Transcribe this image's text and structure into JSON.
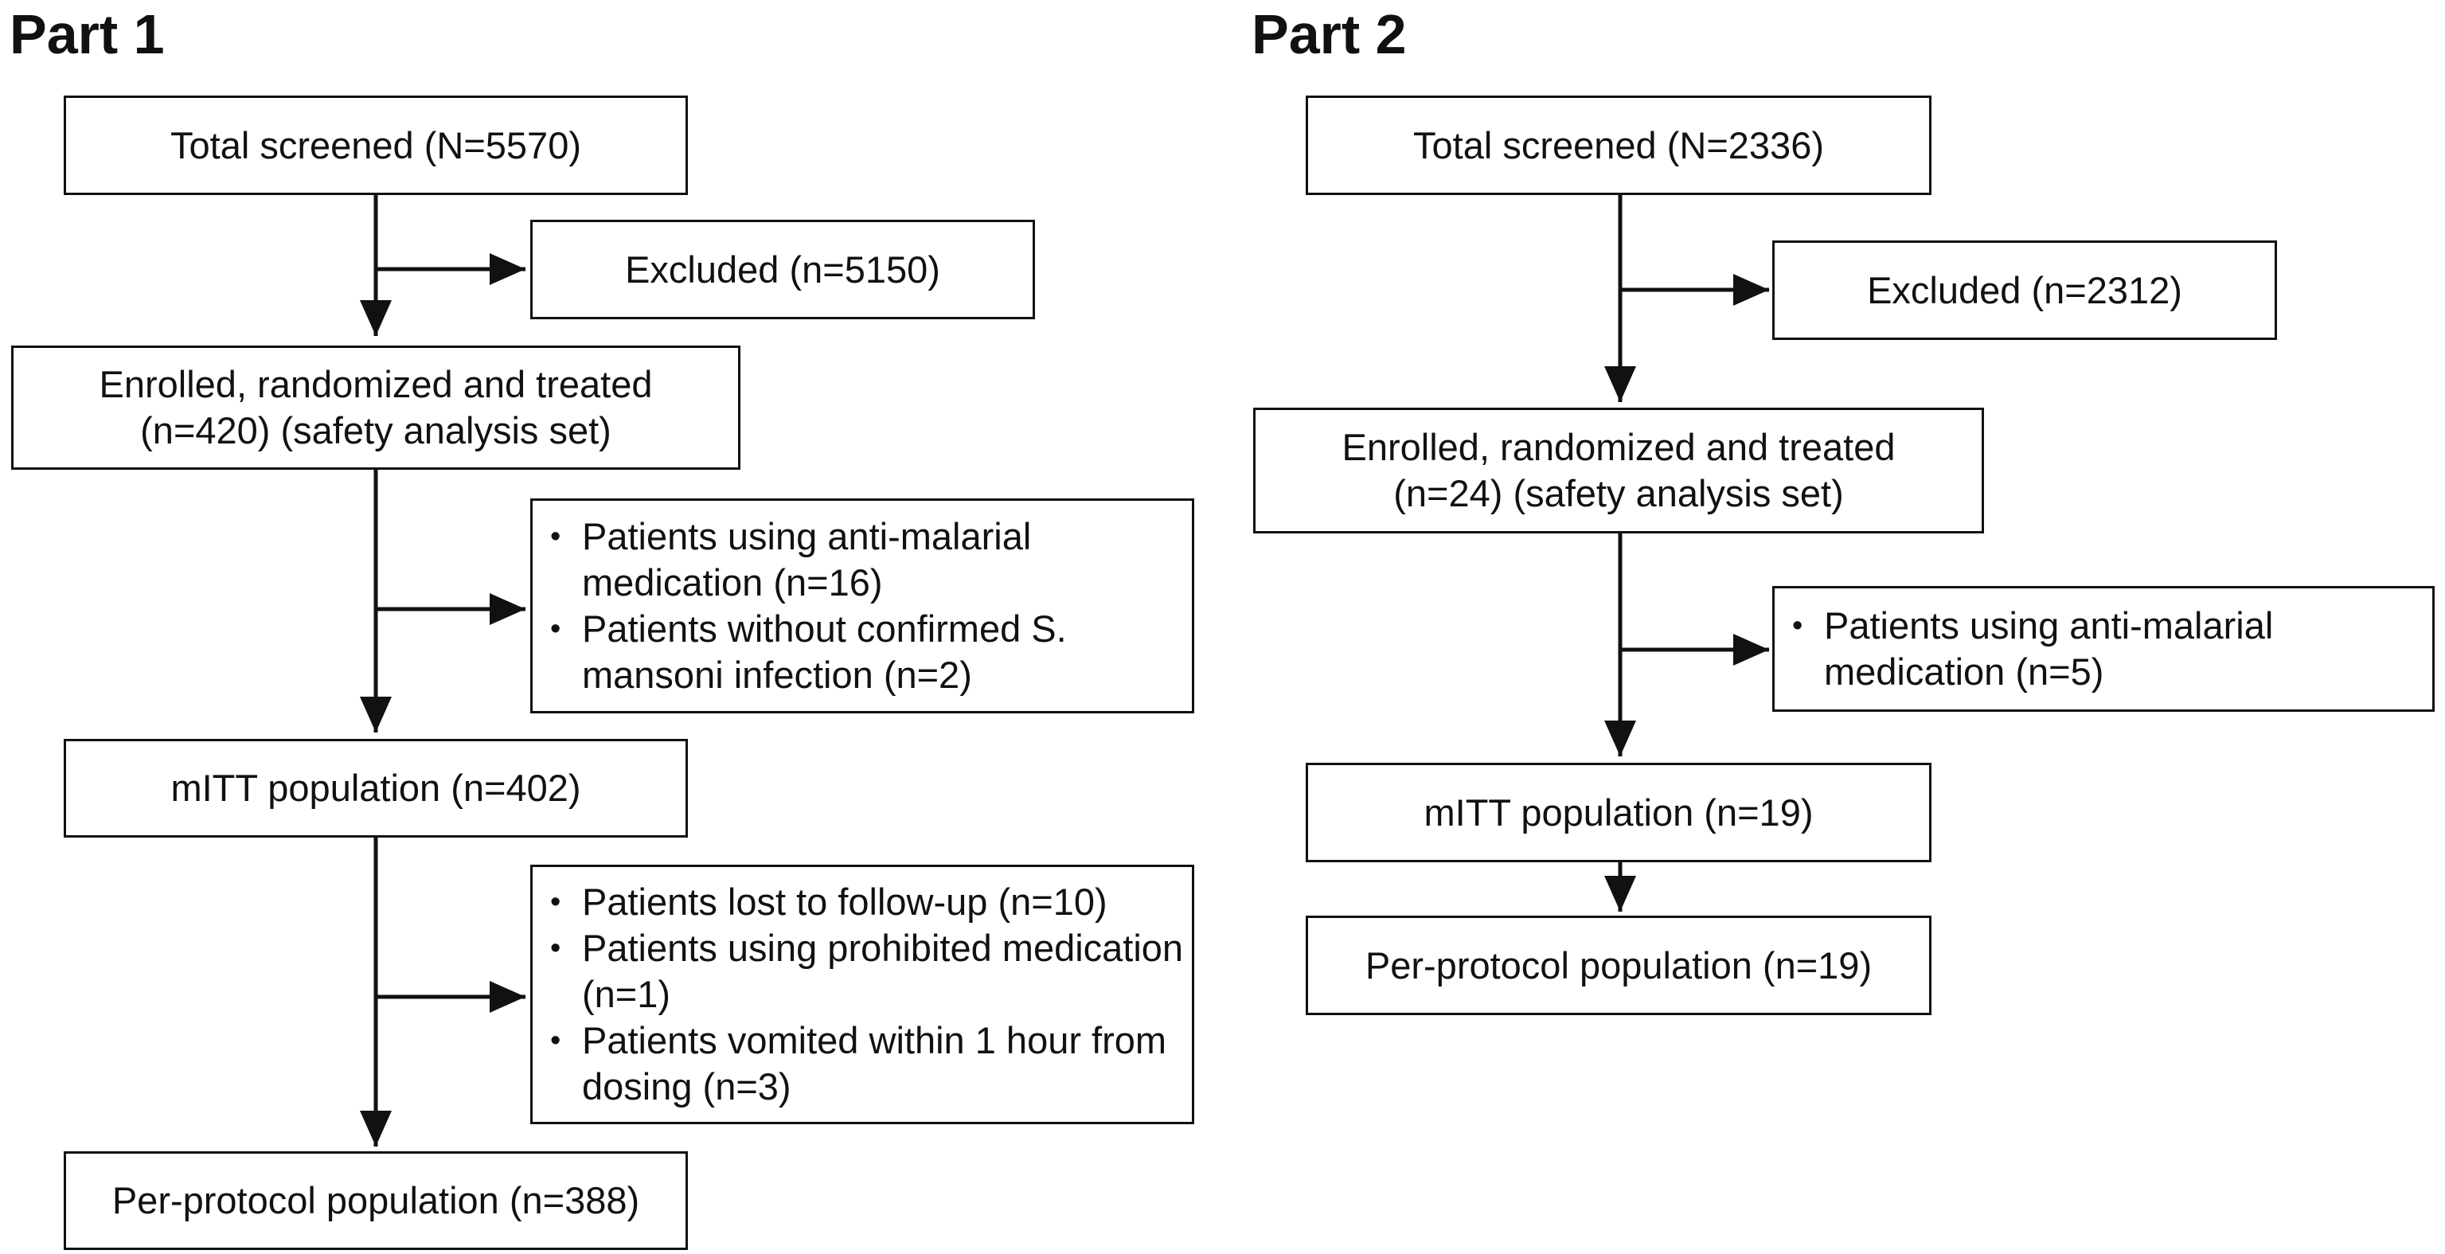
{
  "part1": {
    "title": "Part 1",
    "total_screened": "Total screened (N=5570)",
    "excluded": "Excluded (n=5150)",
    "enrolled_line1": "Enrolled, randomized and treated",
    "enrolled_line2": "(n=420) (safety analysis set)",
    "exclusions_1": [
      "Patients using anti-malarial medication (n=16)",
      "Patients without confirmed S. mansoni infection (n=2)"
    ],
    "mitt": "mITT population (n=402)",
    "exclusions_2": [
      "Patients lost to follow-up (n=10)",
      "Patients using prohibited medication (n=1)",
      "Patients vomited within 1 hour from dosing (n=3)"
    ],
    "per_protocol": "Per-protocol population (n=388)"
  },
  "part2": {
    "title": "Part 2",
    "total_screened": "Total screened (N=2336)",
    "excluded": "Excluded (n=2312)",
    "enrolled_line1": "Enrolled, randomized and treated",
    "enrolled_line2": "(n=24) (safety analysis set)",
    "exclusions_1": [
      "Patients using anti-malarial medication (n=5)"
    ],
    "mitt": "mITT population (n=19)",
    "per_protocol": "Per-protocol population (n=19)"
  }
}
